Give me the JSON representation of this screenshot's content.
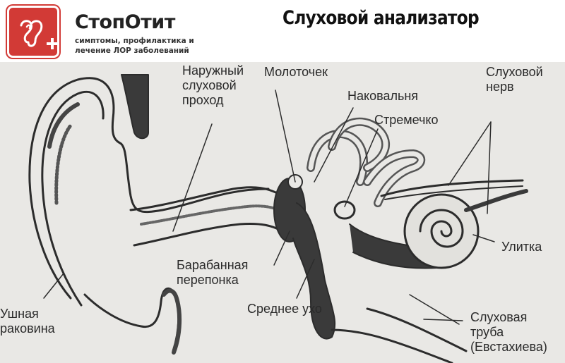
{
  "header": {
    "brand_name": "СтопОтит",
    "tagline_line1": "симптомы, профилактика и",
    "tagline_line2": "лечение ЛОР заболеваний",
    "logo_icon": "ear-plus-icon",
    "brand_color": "#d23a36",
    "title": "Слуховой анализатор"
  },
  "diagram": {
    "labels": {
      "outer_canal_1": "Наружный",
      "outer_canal_2": "слуховой",
      "outer_canal_3": "проход",
      "malleus": "Молоточек",
      "incus": "Наковальня",
      "stapes": "Стремечко",
      "nerve_1": "Слуховой",
      "nerve_2": "нерв",
      "cochlea": "Улитка",
      "eardrum_1": "Барабанная",
      "eardrum_2": "перепонка",
      "middle_ear": "Среднее ухо",
      "auricle_1": "Ушная",
      "auricle_2": "раковина",
      "tube_1": "Слуховая",
      "tube_2": "труба",
      "tube_3": "(Евстахиева)"
    }
  }
}
